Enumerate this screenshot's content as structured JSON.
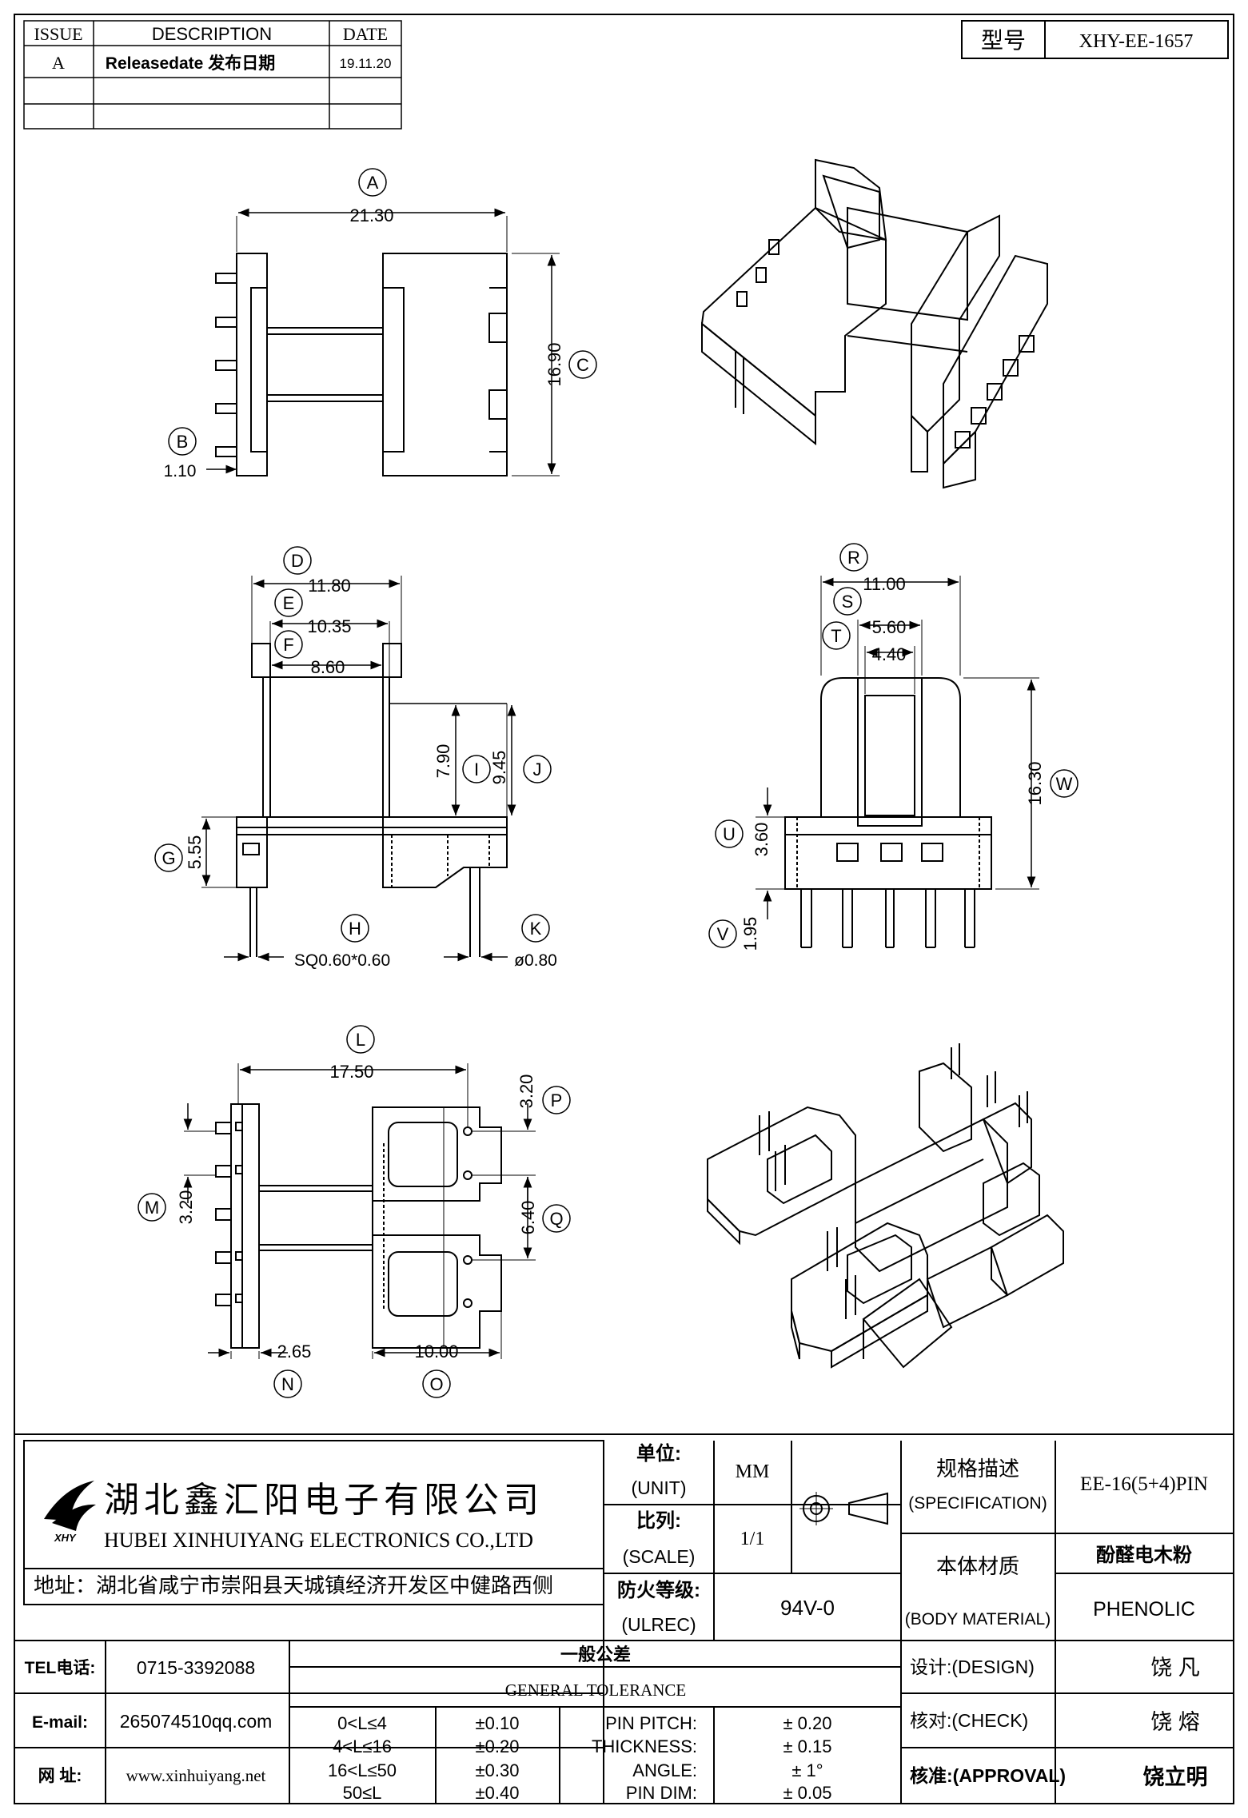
{
  "revision_table": {
    "headers": [
      "ISSUE",
      "DESCRIPTION",
      "DATE"
    ],
    "rows": [
      [
        "A",
        "Releasedate 发布日期",
        "19.11.20"
      ],
      [
        "",
        "",
        ""
      ],
      [
        "",
        "",
        ""
      ]
    ]
  },
  "model": {
    "label": "型号",
    "value": "XHY-EE-1657"
  },
  "dimensions": {
    "A": "21.30",
    "B": "1.10",
    "C": "16.90",
    "D": "11.80",
    "E": "10.35",
    "F": "8.60",
    "G": "5.55",
    "H": "SQ0.60*0.60",
    "I": "7.90",
    "J": "9.45",
    "K": "ø0.80",
    "L": "17.50",
    "M": "3.20",
    "N": "2.65",
    "O": "10.00",
    "P": "3.20",
    "Q": "6.40",
    "R": "11.00",
    "S": "5.60",
    "T": "4.40",
    "U": "3.60",
    "V": "1.95",
    "W": "16.30"
  },
  "title_block": {
    "company_cn": "湖北鑫汇阳电子有限公司",
    "company_en": "HUBEI XINHUIYANG ELECTRONICS CO.,LTD",
    "address": "地址：湖北省咸宁市崇阳县天城镇经济开发区中健路西侧",
    "unit_label_cn": "单位:",
    "unit_label_en": "(UNIT)",
    "unit_value": "MM",
    "scale_label_cn": "比列:",
    "scale_label_en": "(SCALE)",
    "scale_value": "1/1",
    "fire_label_cn": "防火等级:",
    "fire_label_en": "(ULREC)",
    "fire_value": "94V-0",
    "spec_label_cn": "规格描述",
    "spec_label_en": "(SPECIFICATION)",
    "spec_value": "EE-16(5+4)PIN",
    "material_label_cn": "本体材质",
    "material_label_en": "(BODY MATERIAL)",
    "material_value_cn": "酚醛电木粉",
    "material_value_en": "PHENOLIC",
    "tel_label": "TEL电话:",
    "tel_value": "0715-3392088",
    "email_label": "E-mail:",
    "email_value": "265074510qq.com",
    "web_label": "网  址:",
    "web_value": "www.xinhuiyang.net",
    "tolerance_title_cn": "一般公差",
    "tolerance_title_en": "GENERAL TOLERANCE",
    "tolerance_ranges": [
      {
        "range": "0<L≤4",
        "tol": "±0.10"
      },
      {
        "range": "4<L≤16",
        "tol": "±0.20"
      },
      {
        "range": "16<L≤50",
        "tol": "±0.30"
      },
      {
        "range": "50≤L",
        "tol": "±0.40"
      }
    ],
    "tolerance_params": [
      {
        "name": "PIN PITCH:",
        "tol": "± 0.20"
      },
      {
        "name": "THICKNESS:",
        "tol": "± 0.15"
      },
      {
        "name": "ANGLE:",
        "tol": "± 1°"
      },
      {
        "name": "PIN DIM:",
        "tol": "± 0.05"
      }
    ],
    "design_label": "设计:(DESIGN)",
    "design_value": "饶  凡",
    "check_label": "核对:(CHECK)",
    "check_value": "饶  熔",
    "approval_label": "核准:(APPROVAL)",
    "approval_value": "饶立明"
  },
  "colors": {
    "line": "#000000",
    "background": "#ffffff"
  }
}
